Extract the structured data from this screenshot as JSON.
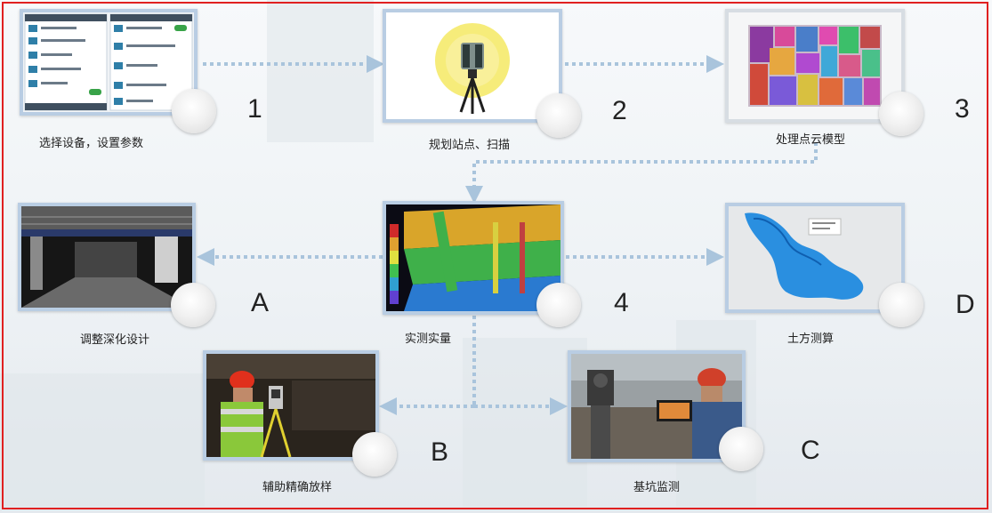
{
  "steps": [
    {
      "id": "1",
      "caption": "选择设备，设置参数"
    },
    {
      "id": "2",
      "caption": "规划站点、扫描"
    },
    {
      "id": "3",
      "caption": "处理点云模型"
    },
    {
      "id": "4",
      "caption": "实测实量"
    },
    {
      "id": "A",
      "caption": "调整深化设计"
    },
    {
      "id": "B",
      "caption": "辅助精确放样"
    },
    {
      "id": "C",
      "caption": "基坑监测"
    },
    {
      "id": "D",
      "caption": "土方测算"
    }
  ],
  "colors": {
    "frame": "#e02020",
    "panel_border": "#b9cde3",
    "arrow": "#a9c4dc"
  }
}
